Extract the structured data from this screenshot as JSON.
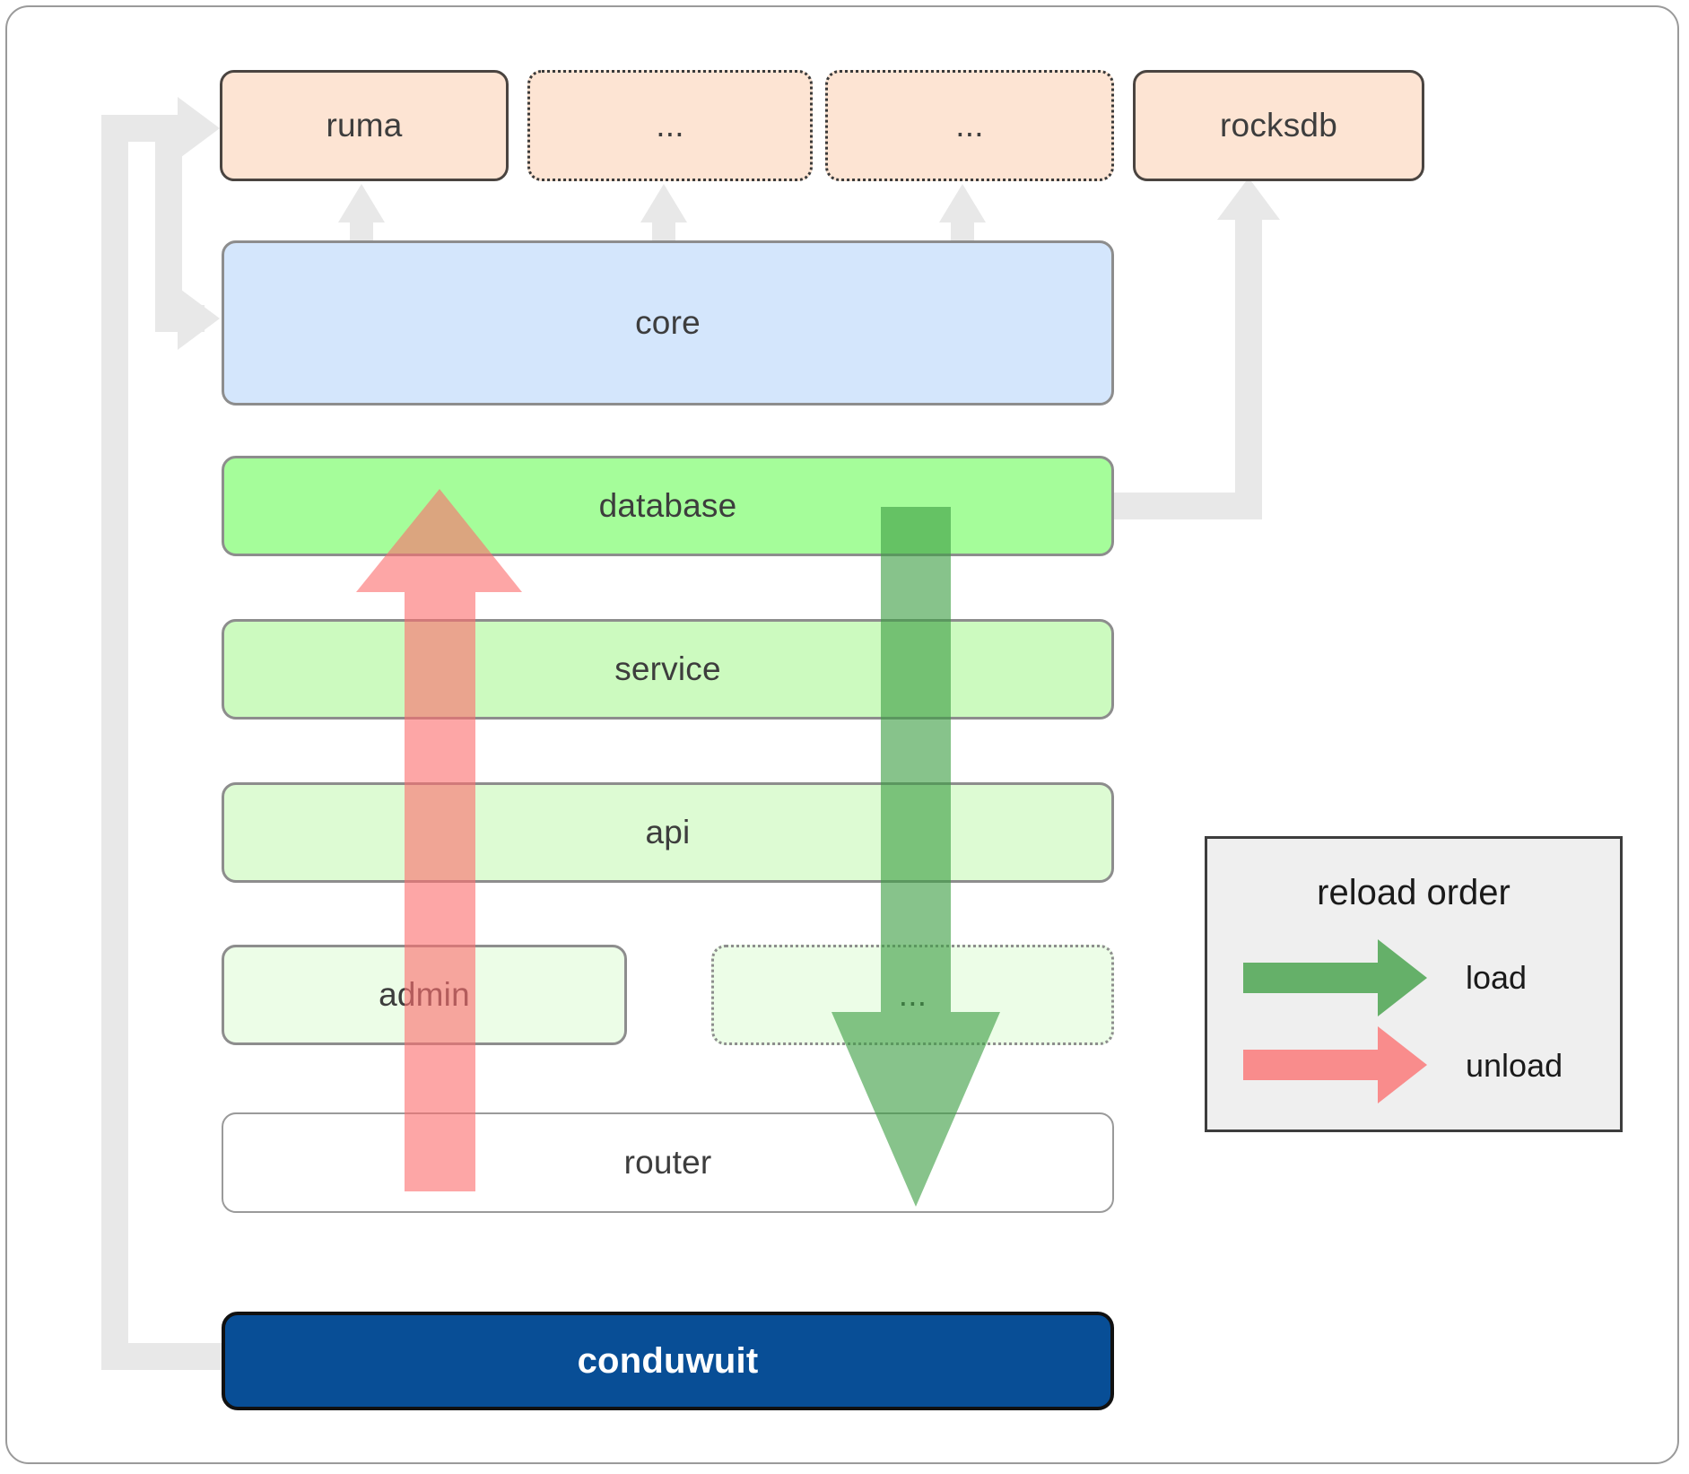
{
  "diagram": {
    "title": "conduwuit crate dependency / reload order diagram",
    "top_row": [
      {
        "id": "ruma",
        "label": "ruma",
        "style": "solid"
      },
      {
        "id": "dots1",
        "label": "...",
        "style": "dotted"
      },
      {
        "id": "dots2",
        "label": "...",
        "style": "dotted"
      },
      {
        "id": "rocksdb",
        "label": "rocksdb",
        "style": "solid"
      }
    ],
    "layers": [
      {
        "id": "core",
        "label": "core"
      },
      {
        "id": "database",
        "label": "database"
      },
      {
        "id": "service",
        "label": "service"
      },
      {
        "id": "api",
        "label": "api"
      },
      {
        "id": "admin",
        "label": "admin"
      },
      {
        "id": "more",
        "label": "..."
      },
      {
        "id": "router",
        "label": "router"
      }
    ],
    "root": {
      "id": "conduwuit",
      "label": "conduwuit"
    },
    "legend": {
      "title": "reload order",
      "entries": [
        {
          "id": "load",
          "label": "load",
          "color": "#4caf5a",
          "direction": "down"
        },
        {
          "id": "unload",
          "label": "unload",
          "color": "#fb8080",
          "direction": "up"
        }
      ]
    },
    "colors": {
      "peach": "#fde4d3",
      "core_blue": "#d4e6fc",
      "database_green": "#a5fd9a",
      "service_green": "#ccfabf",
      "api_green": "#ddfbd3",
      "admin_green": "#ecfde7",
      "router_white": "#ffffff",
      "conduwuit_blue": "#084e96",
      "connector_gray": "#e8e8e8",
      "legend_bg": "#efefef",
      "load_green": "#4caf5a",
      "unload_red": "#fb8080"
    }
  }
}
